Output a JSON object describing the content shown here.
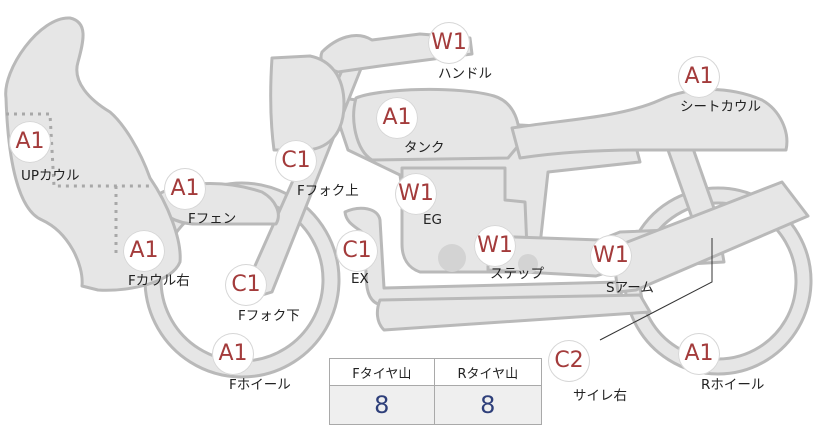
{
  "parts": [
    {
      "id": "handle",
      "grade": "W1",
      "label": "ハンドル"
    },
    {
      "id": "seat-cowl",
      "grade": "A1",
      "label": "シートカウル"
    },
    {
      "id": "tank",
      "grade": "A1",
      "label": "タンク"
    },
    {
      "id": "up-cowl",
      "grade": "A1",
      "label": "UPカウル"
    },
    {
      "id": "fork-upper",
      "grade": "C1",
      "label": "Fフォク上"
    },
    {
      "id": "f-fender",
      "grade": "A1",
      "label": "Fフェン"
    },
    {
      "id": "engine",
      "grade": "W1",
      "label": "EG"
    },
    {
      "id": "f-cowl-right",
      "grade": "A1",
      "label": "Fカウル右"
    },
    {
      "id": "exhaust",
      "grade": "C1",
      "label": "EX"
    },
    {
      "id": "step",
      "grade": "W1",
      "label": "ステップ"
    },
    {
      "id": "swing-arm",
      "grade": "W1",
      "label": "Sアーム"
    },
    {
      "id": "fork-lower",
      "grade": "C1",
      "label": "Fフォク下"
    },
    {
      "id": "silencer-right",
      "grade": "C2",
      "label": "サイレ右"
    },
    {
      "id": "f-wheel",
      "grade": "A1",
      "label": "Fホイール"
    },
    {
      "id": "r-wheel",
      "grade": "A1",
      "label": "Rホイール"
    }
  ],
  "tread": {
    "front_header": "Fタイヤ山",
    "rear_header": "Rタイヤ山",
    "front_value": "8",
    "rear_value": "8"
  },
  "colors": {
    "grade_text": "#a33b3b",
    "value_text": "#2e3f7a",
    "part_fill": "#e6e6e6",
    "part_stroke": "#b9b9b9"
  }
}
